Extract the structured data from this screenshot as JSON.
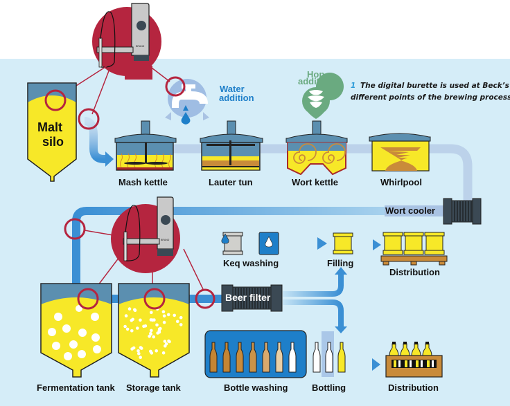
{
  "caption": {
    "number": "1",
    "line1": "The digital burette is used at Beck’s at",
    "line2": "different points of the brewing process."
  },
  "additions": {
    "water_line1": "Water",
    "water_line2": "addition",
    "hop_line1": "Hop",
    "hop_line2": "addition"
  },
  "stations": {
    "malt_silo_line1": "Malt",
    "malt_silo_line2": "silo",
    "mash_kettle": "Mash kettle",
    "lauter_tun": "Lauter tun",
    "wort_kettle": "Wort kettle",
    "whirlpool": "Whirlpool",
    "wort_cooler": "Wort cooler",
    "keg_washing": "Keq washing",
    "filling": "Filling",
    "distribution_kegs": "Distribution",
    "beer_filter": "Beer filter",
    "fermentation_tank": "Fermentation tank",
    "storage_tank": "Storage tank",
    "bottle_washing": "Bottle washing",
    "bottling": "Bottling",
    "distribution_bottles": "Distribution"
  },
  "device": {
    "brand": "BRAND"
  },
  "colors": {
    "background": "#d5edf8",
    "accent_red": "#b5253f",
    "pipe_blue": "#3a8fd4",
    "pipe_light": "#a9c3e3",
    "yellow": "#f7e828",
    "tank_top": "#5b8fb0",
    "amber": "#c98b3a",
    "dark_equipment": "#3b4954"
  }
}
